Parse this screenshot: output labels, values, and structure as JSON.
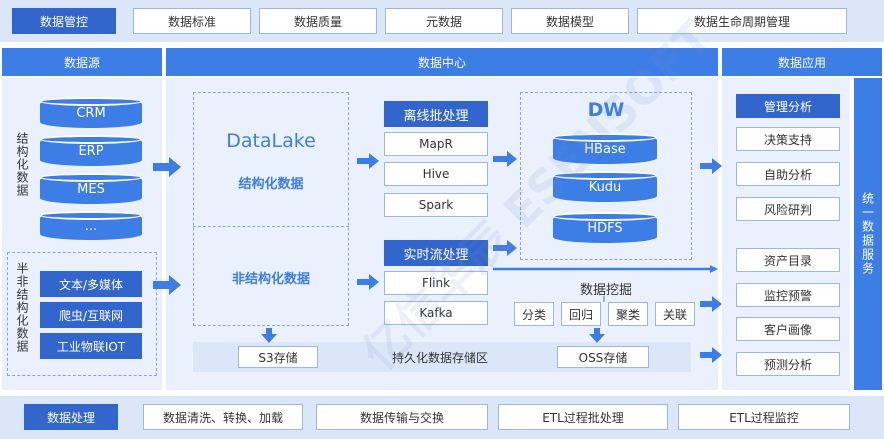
{
  "top": {
    "label": "数据管控",
    "items": [
      "数据标准",
      "数据质量",
      "元数据",
      "数据模型",
      "数据生命周期管理"
    ]
  },
  "source": {
    "header": "数据源",
    "structured_label": "结构化数据",
    "structured_items": [
      "CRM",
      "ERP",
      "MES",
      "..."
    ],
    "semi_label": "半非结构化数据",
    "semi_items": [
      "文本/多媒体",
      "爬虫/互联网",
      "工业物联IOT"
    ]
  },
  "center": {
    "header": "数据中心",
    "datalake_title": "DataLake",
    "datalake_structured": "结构化数据",
    "datalake_unstructured": "非结构化数据",
    "batch_label": "离线批处理",
    "batch_items": [
      "MapR",
      "Hive",
      "Spark"
    ],
    "stream_label": "实时流处理",
    "stream_items": [
      "Flink",
      "Kafka"
    ],
    "dw_title": "DW",
    "dw_items": [
      "HBase",
      "Kudu",
      "HDFS"
    ],
    "mining_label": "数据挖掘",
    "mining_items": [
      "分类",
      "回归",
      "聚类",
      "关联"
    ],
    "storage_s3": "S3存储",
    "storage_label": "持久化数据存储区",
    "storage_oss": "OSS存储"
  },
  "app": {
    "header": "数据应用",
    "items": [
      "管理分析",
      "决策支持",
      "自助分析",
      "风险研判",
      "资产目录",
      "监控预警",
      "客户画像",
      "预测分析"
    ],
    "side_label": "统一数据服务"
  },
  "bottom": {
    "label": "数据处理",
    "items": [
      "数据清洗、转换、加载",
      "数据传输与交换",
      "ETL过程批处理",
      "ETL过程监控"
    ]
  },
  "watermark": "亿信华辰 ESENSOFT"
}
